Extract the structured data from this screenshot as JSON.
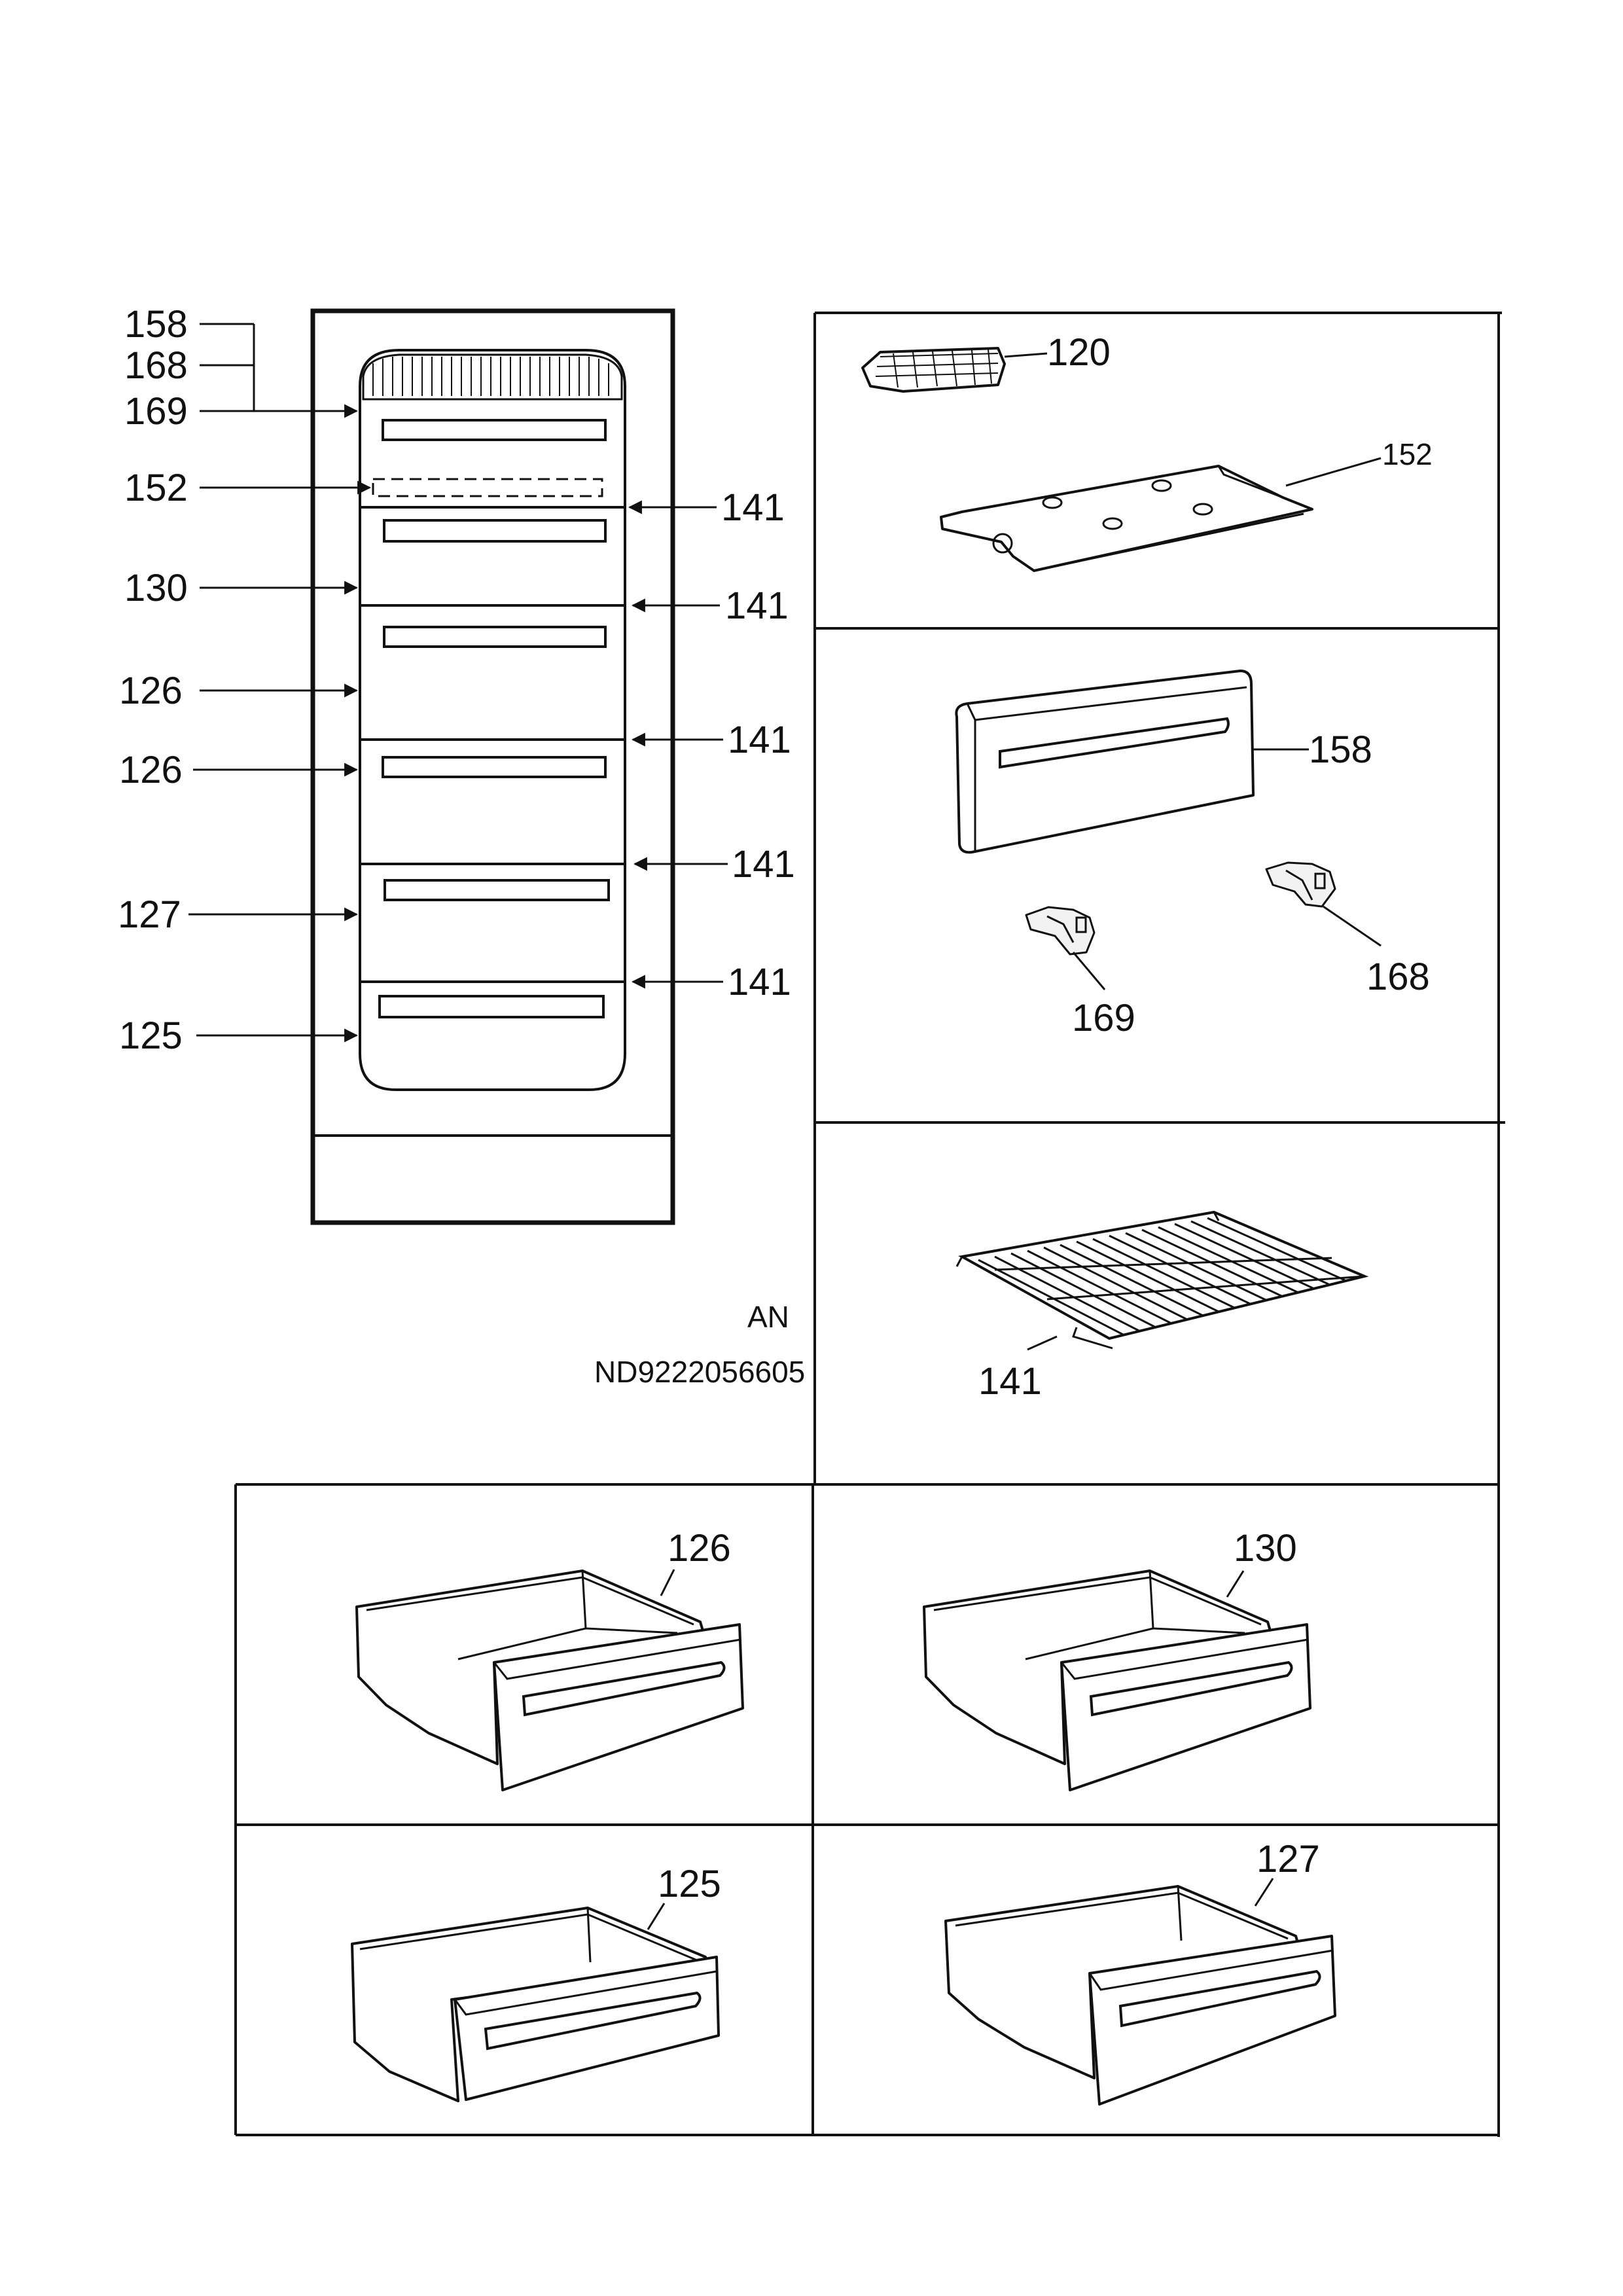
{
  "labels": {
    "overview_158": "158",
    "overview_168": "168",
    "overview_169": "169",
    "overview_152": "152",
    "overview_130": "130",
    "overview_126a": "126",
    "overview_126b": "126",
    "overview_127": "127",
    "overview_125": "125",
    "overview_141a": "141",
    "overview_141b": "141",
    "overview_141c": "141",
    "overview_141d": "141",
    "overview_141e": "141",
    "part_120": "120",
    "part_152": "152",
    "part_158": "158",
    "part_169": "169",
    "part_168": "168",
    "part_141": "141",
    "part_126": "126",
    "part_130": "130",
    "part_125": "125",
    "part_127": "127"
  },
  "document": {
    "model_code": "AN",
    "document_number": "ND9222056605"
  },
  "icons": [
    "appliance-cabinet-icon",
    "ice-tray-icon",
    "cover-plate-icon",
    "flap-icon",
    "hinge-icon",
    "wire-shelf-icon",
    "drawer-icon"
  ]
}
